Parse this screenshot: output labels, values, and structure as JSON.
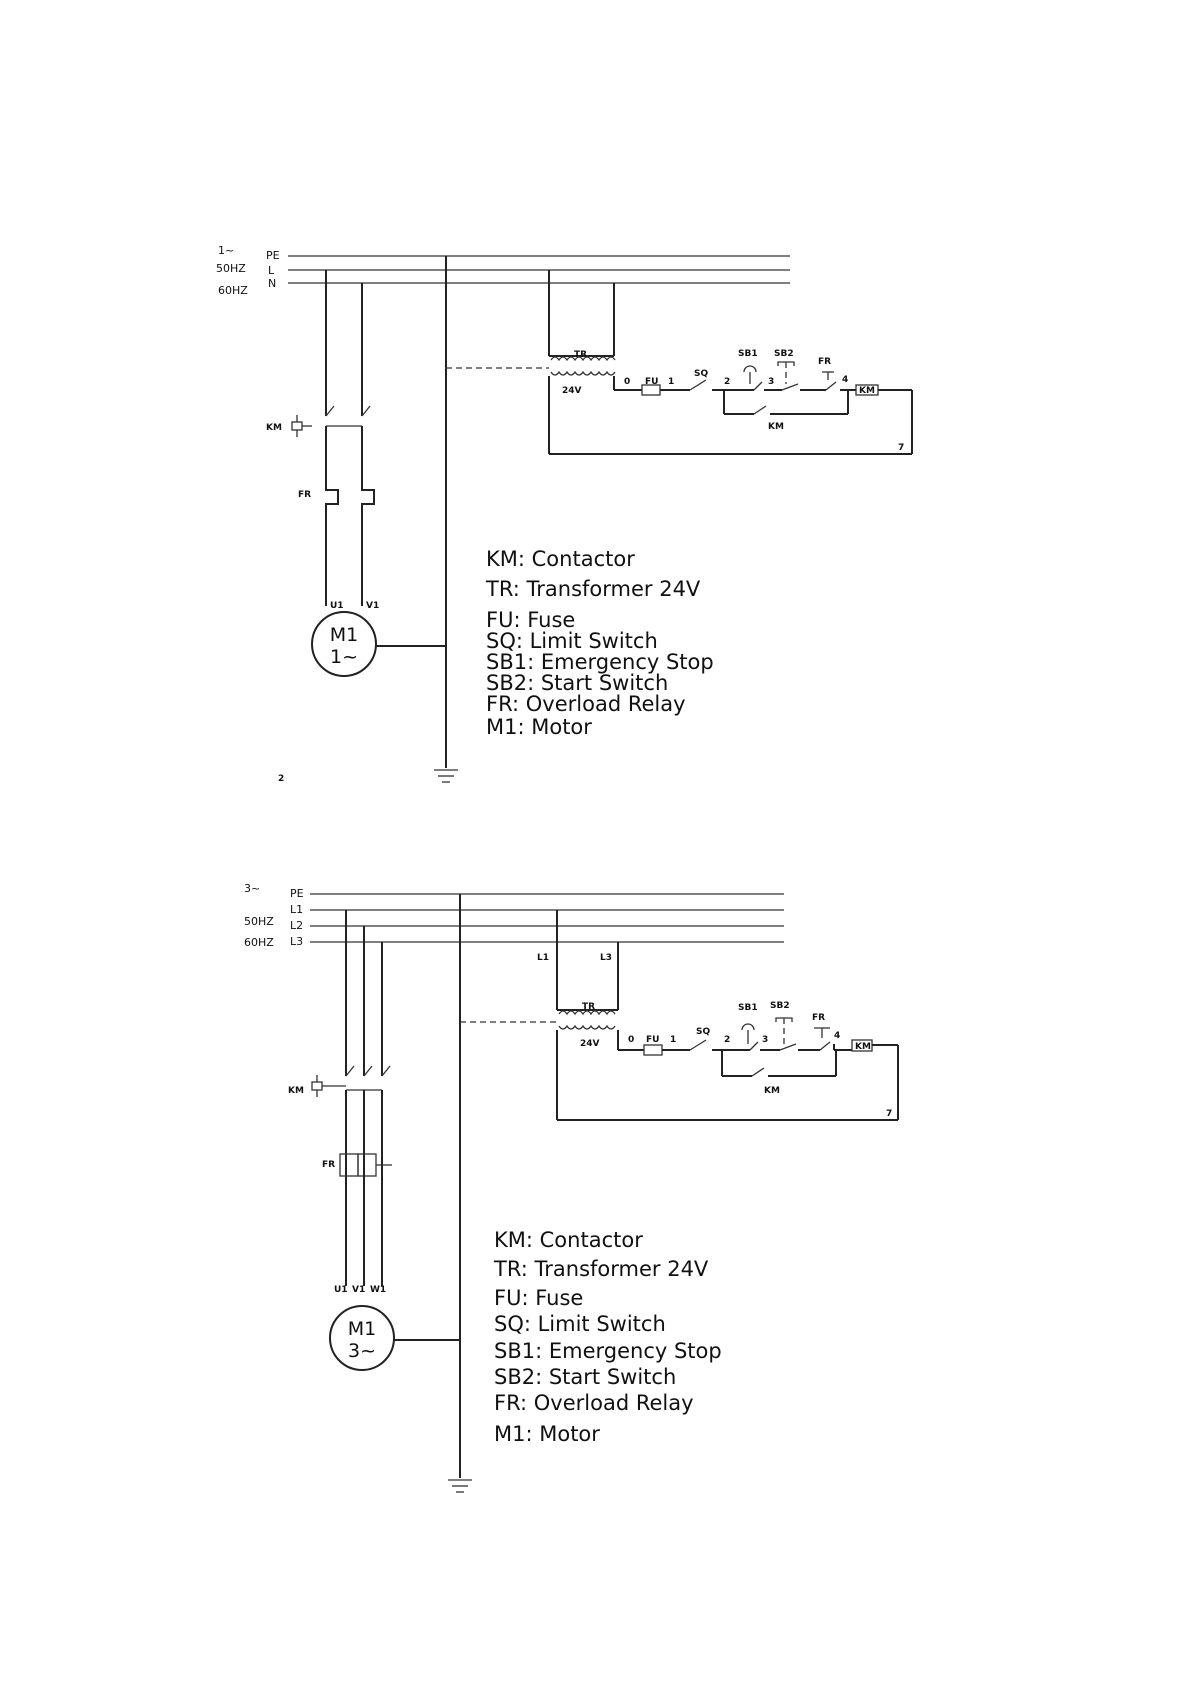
{
  "diagrams": [
    {
      "supply": {
        "phase": "1~",
        "freq1": "50HZ",
        "freq2": "60HZ"
      },
      "bus": [
        "PE",
        "L",
        "N"
      ],
      "tr_taps": [],
      "motor_terminals": [
        "U1",
        "V1"
      ],
      "motor": {
        "name": "M1",
        "phase": "1~"
      },
      "components": {
        "km": "KM",
        "fr": "FR",
        "tr": "TR",
        "v24": "24V",
        "fu": "FU",
        "sq": "SQ",
        "sb1": "SB1",
        "sb2": "SB2",
        "fr_ctrl": "FR",
        "km_coil": "KM",
        "km_contact": "KM"
      },
      "nodes": [
        "0",
        "1",
        "2",
        "3",
        "4",
        "7"
      ],
      "page_mark": "2",
      "legend": [
        "KM: Contactor",
        "TR: Transformer    24V",
        "FU: Fuse",
        "SQ: Limit  Switch",
        "SB1: Emergency  Stop",
        "SB2: Start  Switch",
        "FR: Overload  Relay",
        "M1: Motor"
      ]
    },
    {
      "supply": {
        "phase": "3~",
        "freq1": "50HZ",
        "freq2": "60HZ"
      },
      "bus": [
        "PE",
        "L1",
        "L2",
        "L3"
      ],
      "tr_taps": [
        "L1",
        "L3"
      ],
      "motor_terminals": [
        "U1",
        "V1",
        "W1"
      ],
      "motor": {
        "name": "M1",
        "phase": "3~"
      },
      "components": {
        "km": "KM",
        "fr": "FR",
        "tr": "TR",
        "v24": "24V",
        "fu": "FU",
        "sq": "SQ",
        "sb1": "SB1",
        "sb2": "SB2",
        "fr_ctrl": "FR",
        "km_coil": "KM",
        "km_contact": "KM"
      },
      "nodes": [
        "0",
        "1",
        "2",
        "3",
        "4",
        "7"
      ],
      "legend": [
        "KM: Contactor",
        "TR: Transformer  24V",
        "FU: Fuse",
        "SQ: Limit  Switch",
        "SB1: Emergency  Stop",
        "SB2: Start  Switch",
        "FR: Overload  Relay",
        "M1: Motor"
      ]
    }
  ]
}
